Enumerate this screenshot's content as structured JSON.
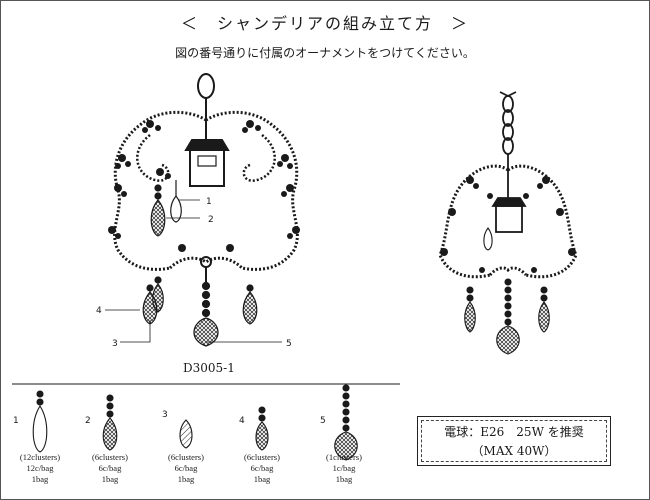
{
  "title": "＜　シャンデリアの組み立て方　＞",
  "subtitle": "図の番号通りに付属のオーナメントをつけてください。",
  "diagram": {
    "model": "D3005-1",
    "callouts": [
      "1",
      "2",
      "3",
      "4",
      "5"
    ]
  },
  "parts": [
    {
      "num": "1",
      "clusters": "(12clusters)",
      "per_bag": "12c/bag",
      "bags": "1bag"
    },
    {
      "num": "2",
      "clusters": "(6clusters)",
      "per_bag": "6c/bag",
      "bags": "1bag"
    },
    {
      "num": "3",
      "clusters": "(6clusters)",
      "per_bag": "6c/bag",
      "bags": "1bag"
    },
    {
      "num": "4",
      "clusters": "(6clusters)",
      "per_bag": "6c/bag",
      "bags": "1bag"
    },
    {
      "num": "5",
      "clusters": "(1clusters)",
      "per_bag": "1c/bag",
      "bags": "1bag"
    }
  ],
  "bulb_note": {
    "line1": "電球：E26　25W を推奨",
    "line2": "（MAX 40W）"
  }
}
